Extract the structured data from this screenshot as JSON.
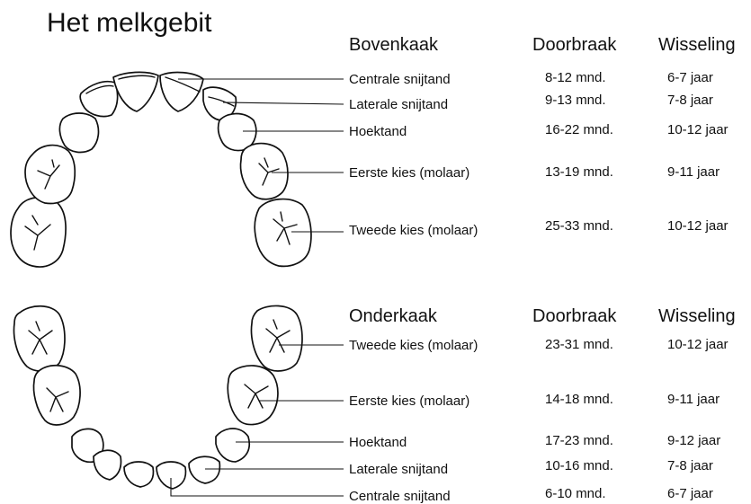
{
  "title": "Het melkgebit",
  "upper": {
    "header": {
      "jaw": "Bovenkaak",
      "eruption": "Doorbraak",
      "shedding": "Wisseling"
    },
    "rows": [
      {
        "name": "Centrale snijtand",
        "eruption": "8-12 mnd.",
        "shedding": "6-7 jaar"
      },
      {
        "name": "Laterale snijtand",
        "eruption": "9-13 mnd.",
        "shedding": "7-8 jaar"
      },
      {
        "name": "Hoektand",
        "eruption": "16-22 mnd.",
        "shedding": "10-12 jaar"
      },
      {
        "name": "Eerste kies (molaar)",
        "eruption": "13-19 mnd.",
        "shedding": "9-11 jaar"
      },
      {
        "name": "Tweede kies (molaar)",
        "eruption": "25-33 mnd.",
        "shedding": "10-12 jaar"
      }
    ]
  },
  "lower": {
    "header": {
      "jaw": "Onderkaak",
      "eruption": "Doorbraak",
      "shedding": "Wisseling"
    },
    "rows": [
      {
        "name": "Tweede kies (molaar)",
        "eruption": "23-31 mnd.",
        "shedding": "10-12 jaar"
      },
      {
        "name": "Eerste kies (molaar)",
        "eruption": "14-18 mnd.",
        "shedding": "9-11 jaar"
      },
      {
        "name": "Hoektand",
        "eruption": "17-23 mnd.",
        "shedding": "9-12 jaar"
      },
      {
        "name": "Laterale snijtand",
        "eruption": "10-16 mnd.",
        "shedding": "7-8 jaar"
      },
      {
        "name": "Centrale snijtand",
        "eruption": "6-10 mnd.",
        "shedding": "6-7 jaar"
      }
    ]
  }
}
